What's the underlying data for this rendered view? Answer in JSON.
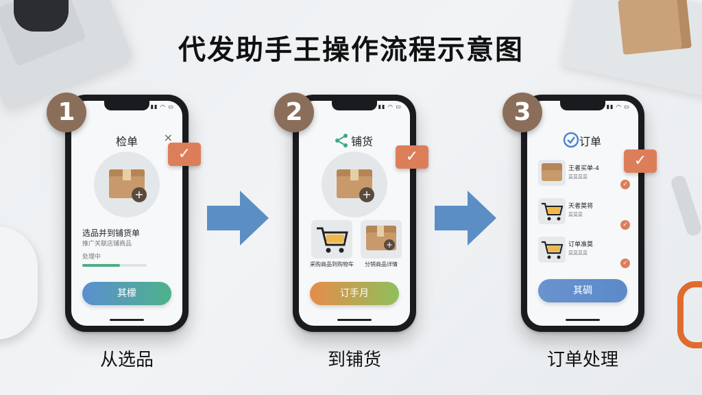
{
  "title": "代发助手王操作流程示意图",
  "steps": [
    {
      "number": "1",
      "screen_title": "检单",
      "close_symbol": "×",
      "check_mark": "✓",
      "plus": "+",
      "line_main": "选品并到铺货单",
      "line_sub": "推广关联店铺商品",
      "progress_label": "处理中",
      "progress_fraction": 0.58,
      "button_label": "其檬",
      "caption": "从选品"
    },
    {
      "number": "2",
      "screen_title": "铺货",
      "check_mark": "✓",
      "plus": "+",
      "tile_labels": [
        "采购商品到购物车",
        "分销商品详情"
      ],
      "button_label": "订手月",
      "caption": "到铺货"
    },
    {
      "number": "3",
      "screen_title": "订单",
      "check_mark": "✓",
      "orders": [
        {
          "title": "王者买单-4",
          "sub": "莫莫莫莫"
        },
        {
          "title": "天者莫将",
          "sub": "莫莫莫"
        },
        {
          "title": "订单准莫",
          "sub": "莫莫莫莫"
        }
      ],
      "button_label": "其碉",
      "caption": "订单处理"
    }
  ],
  "status_bar": "▮▮ ◠ ▭",
  "colors": {
    "badge": "#8b6e5a",
    "check": "#dd7e5a",
    "arrow": "#5b8ec4"
  }
}
